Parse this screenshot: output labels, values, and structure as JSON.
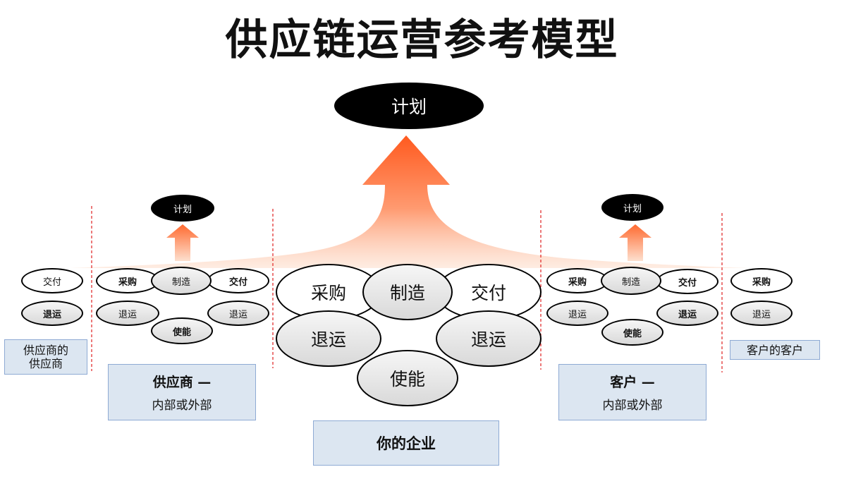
{
  "title": "供应链运营参考模型",
  "center": {
    "plan": "计划",
    "source": "采购",
    "make": "制造",
    "deliver": "交付",
    "return_left": "退运",
    "return_right": "退运",
    "enable": "使能"
  },
  "supplier": {
    "plan": "计划",
    "source": "采购",
    "make": "制造",
    "deliver": "交付",
    "return_left": "退运",
    "return_right": "退运",
    "enable": "使能",
    "label_title": "供应商 —",
    "label_sub": "内部或外部"
  },
  "customer": {
    "plan": "计划",
    "source": "采购",
    "make": "制造",
    "deliver": "交付",
    "return_left": "退运",
    "return_right": "退运",
    "enable": "使能",
    "label_title": "客户 —",
    "label_sub": "内部或外部"
  },
  "suppliers_supplier": {
    "deliver": "交付",
    "return": "退运",
    "label": "供应商的\n供应商"
  },
  "customers_customer": {
    "source": "采购",
    "return": "退运",
    "label": "客户的客户"
  },
  "enterprise_label": "你的企业",
  "colors": {
    "arrow_top": "#ff5a1f",
    "arrow_bottom": "#fde0cf",
    "label_box_fill": "#dce6f1",
    "label_box_border": "#8eaad4",
    "divider": "#e02020"
  }
}
